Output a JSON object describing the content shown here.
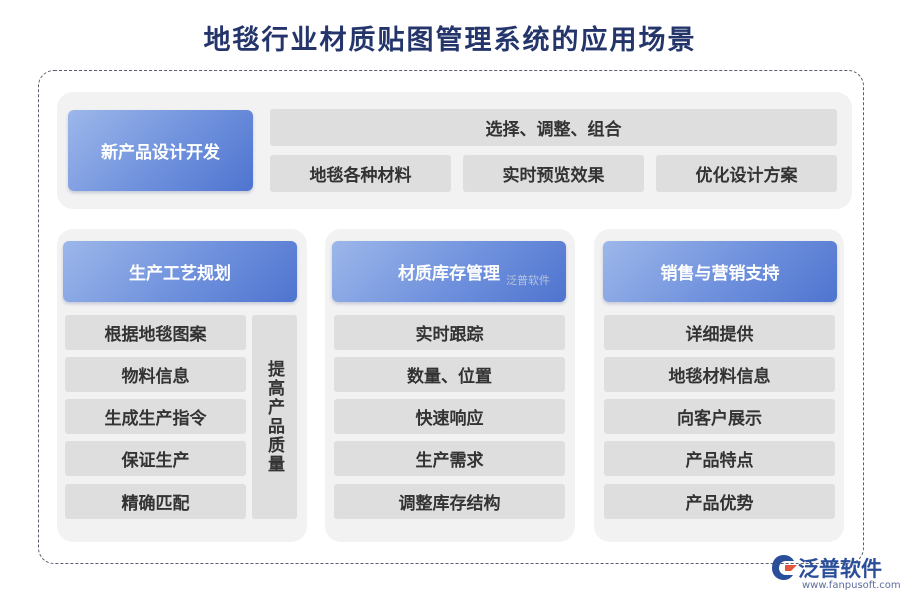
{
  "title": "地毯行业材质贴图管理系统的应用场景",
  "top_section": {
    "header": "新产品设计开发",
    "wide_item": "选择、调整、组合",
    "items": [
      "地毯各种材料",
      "实时预览效果",
      "优化设计方案"
    ]
  },
  "columns": [
    {
      "header": "生产工艺规划",
      "items": [
        "根据地毯图案",
        "物料信息",
        "生成生产指令",
        "保证生产",
        "精确匹配"
      ],
      "side": "提高产品质量"
    },
    {
      "header": "材质库存管理",
      "items": [
        "实时跟踪",
        "数量、位置",
        "快速响应",
        "生产需求",
        "调整库存结构"
      ]
    },
    {
      "header": "销售与营销支持",
      "items": [
        "详细提供",
        "地毯材料信息",
        "向客户展示",
        "产品特点",
        "产品优势"
      ]
    }
  ],
  "watermark": "泛普软件",
  "logo": {
    "name": "泛普软件",
    "url": "www.fanpusoft.com"
  },
  "colors": {
    "title": "#24356b",
    "accent_blue": "#6f91dd",
    "panel_bg": "#f2f2f2",
    "item_bg": "#dedede"
  }
}
